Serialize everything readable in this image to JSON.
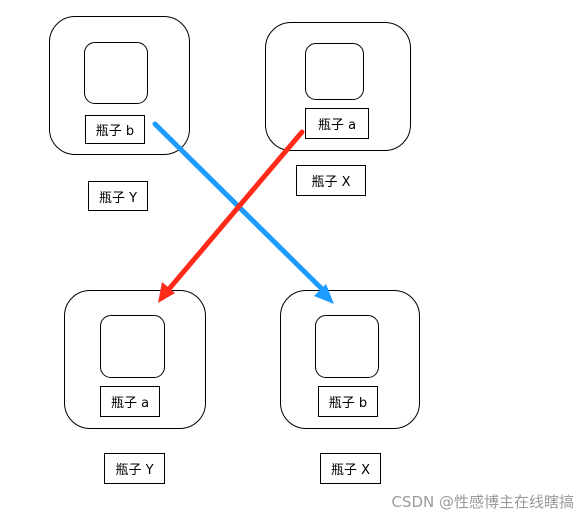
{
  "diagram": {
    "top_left": {
      "bottle_label": "瓶子 b",
      "caption": "瓶子 Y"
    },
    "top_right": {
      "bottle_label": "瓶子 a",
      "caption": "瓶子 X"
    },
    "bottom_left": {
      "bottle_label": "瓶子 a",
      "caption": "瓶子 Y"
    },
    "bottom_right": {
      "bottle_label": "瓶子 b",
      "caption": "瓶子 X"
    },
    "arrows": [
      {
        "from": "瓶子 b",
        "to": "瓶子 X",
        "color": "#1e9bff"
      },
      {
        "from": "瓶子 a",
        "to": "瓶子 Y",
        "color": "#ff2a1a"
      }
    ]
  },
  "watermark": "CSDN @性感博主在线瞎搞"
}
